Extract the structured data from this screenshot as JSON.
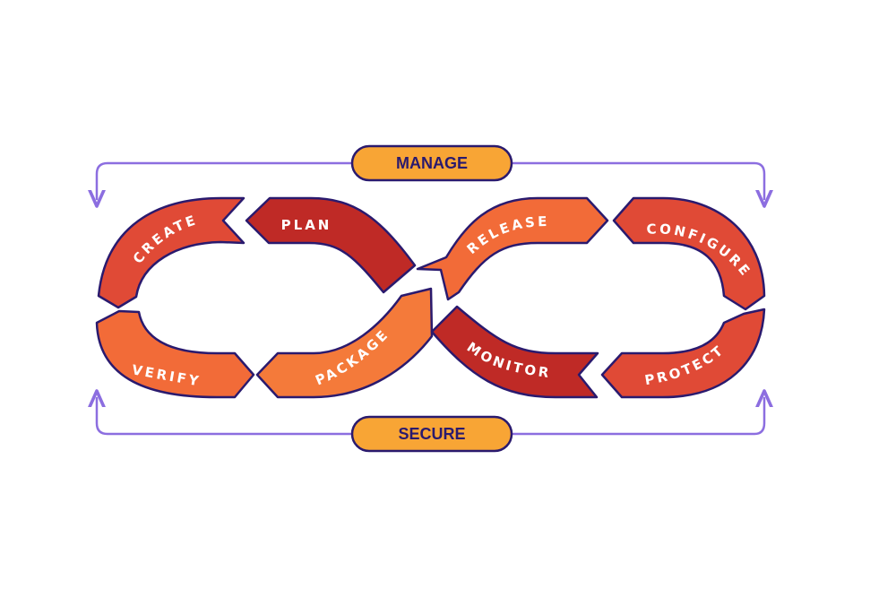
{
  "top_pill": {
    "label": "MANAGE"
  },
  "bottom_pill": {
    "label": "SECURE"
  },
  "stages": {
    "create": "CREATE",
    "plan": "PLAN",
    "release": "RELEASE",
    "configure": "CONFIGURE",
    "verify": "VERIFY",
    "package": "PACKAGE",
    "monitor": "MONITOR",
    "protect": "PROTECT"
  },
  "colors": {
    "red": "#e04a36",
    "dark_red": "#bf2a26",
    "orange": "#f26b38",
    "orange_light": "#f47a3a",
    "pill": "#f8a535",
    "outline": "#2a1a6e",
    "connector": "#8c6ee0"
  },
  "icons": {
    "connector_arrows": "arrow-head-icon"
  }
}
